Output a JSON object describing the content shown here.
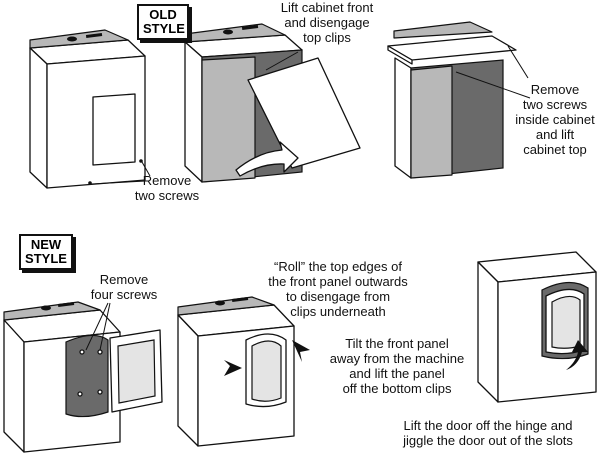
{
  "styles": {
    "old": "OLD\nSTYLE",
    "new": "NEW\nSTYLE"
  },
  "steps": {
    "remove_two_screws": "Remove\ntwo screws",
    "lift_cabinet_front": "Lift cabinet front\nand disengage\ntop clips",
    "remove_inside_screws": "Remove\ntwo screws\ninside cabinet\nand lift\ncabinet top",
    "remove_four_screws": "Remove\nfour screws",
    "roll_top_edges": "“Roll” the top edges of\nthe front panel outwards\nto disengage from\nclips underneath",
    "tilt_front_panel": "Tilt the front panel\naway from the machine\nand lift the panel\noff the bottom clips",
    "lift_door": "Lift the door off the hinge and\njiggle the door out of the slots"
  }
}
